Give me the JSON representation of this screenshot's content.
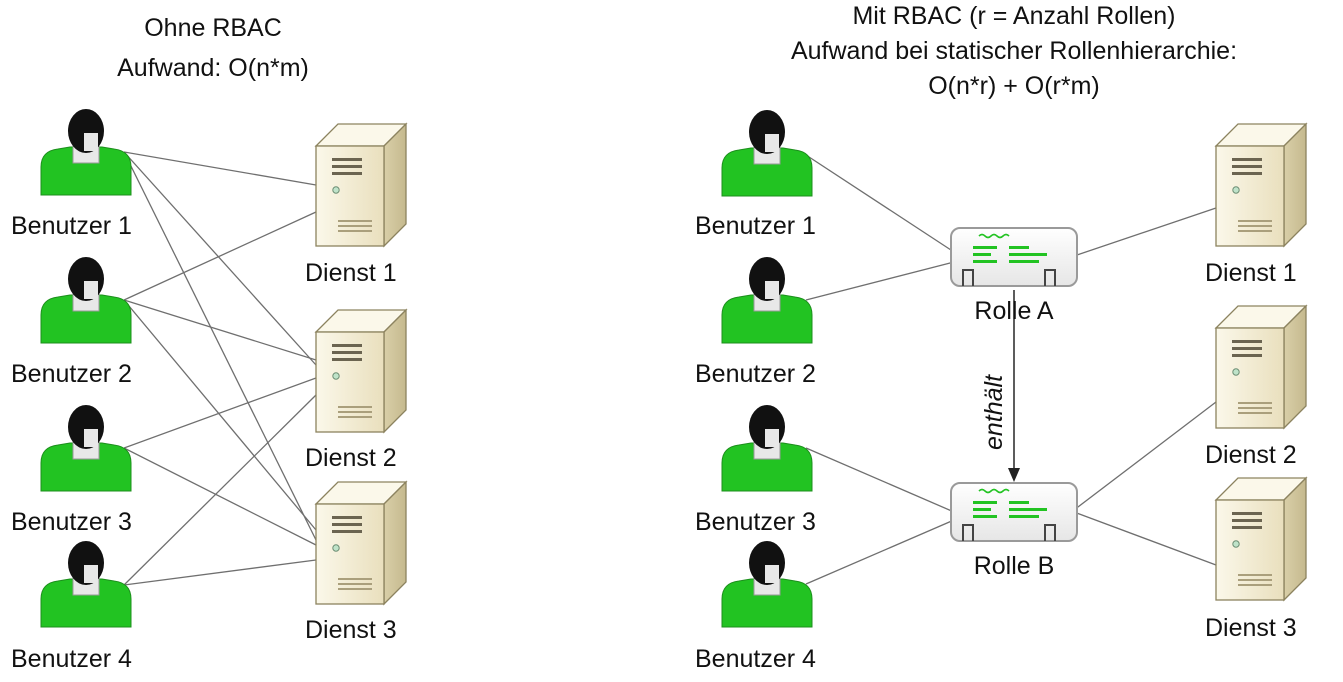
{
  "left": {
    "title_line1": "Ohne RBAC",
    "title_line2": "Aufwand: O(n*m)",
    "users": [
      "Benutzer 1",
      "Benutzer 2",
      "Benutzer 3",
      "Benutzer 4"
    ],
    "services": [
      "Dienst 1",
      "Dienst 2",
      "Dienst 3"
    ]
  },
  "right": {
    "title_line1": "Mit RBAC (r = Anzahl Rollen)",
    "title_line2": "Aufwand bei statischer Rollenhierarchie:",
    "title_line3": "O(n*r) + O(r*m)",
    "users": [
      "Benutzer 1",
      "Benutzer 2",
      "Benutzer 3",
      "Benutzer 4"
    ],
    "roles": [
      "Rolle A",
      "Rolle B"
    ],
    "services": [
      "Dienst 1",
      "Dienst 2",
      "Dienst 3"
    ],
    "hierarchy_label": "enthält"
  },
  "colors": {
    "user_body": "#22c322",
    "user_hair": "#111111",
    "server_body": "#f2ecd4",
    "role_line": "#22c322"
  },
  "icons": {
    "user": "user-person-icon",
    "service": "server-tower-icon",
    "role": "role-certificate-icon"
  }
}
